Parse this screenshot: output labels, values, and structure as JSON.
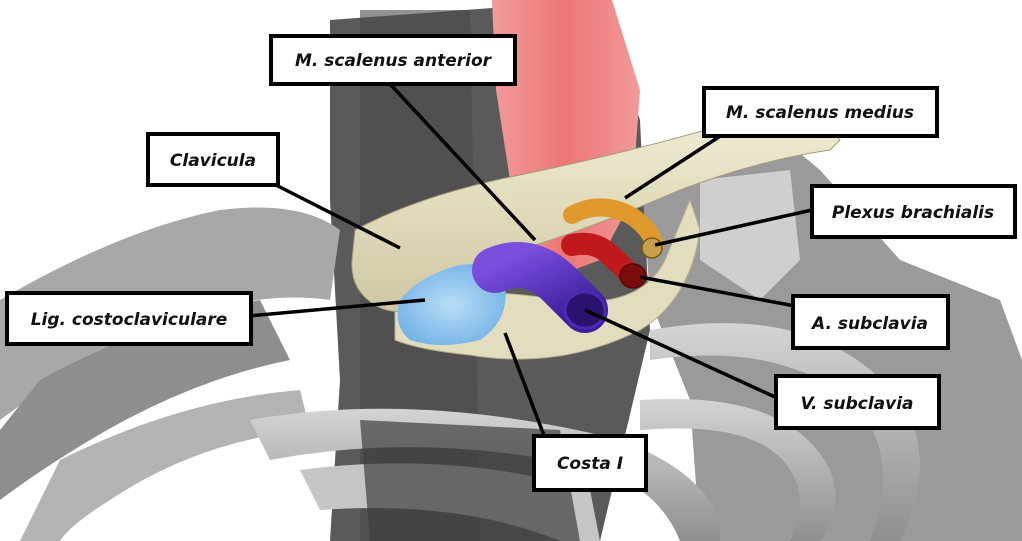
{
  "labels": {
    "scalenus_anterior": "M. scalenus anterior",
    "scalenus_medius": "M. scalenus medius",
    "clavicula": "Clavicula",
    "plexus_brachialis": "Plexus brachialis",
    "lig_costoclaviculare": "Lig. costoclaviculare",
    "a_subclavia": "A. subclavia",
    "v_subclavia": "V. subclavia",
    "costa_i": "Costa I"
  },
  "colors": {
    "bone": "#e8e2c4",
    "muscle": "#ec7c7c",
    "ligament": "#8fc3ea",
    "vein": "#6b3fd0",
    "artery": "#c0191c",
    "nerve": "#e09a2c",
    "skeleton": "#a9a9a9",
    "label_border": "#000000"
  }
}
